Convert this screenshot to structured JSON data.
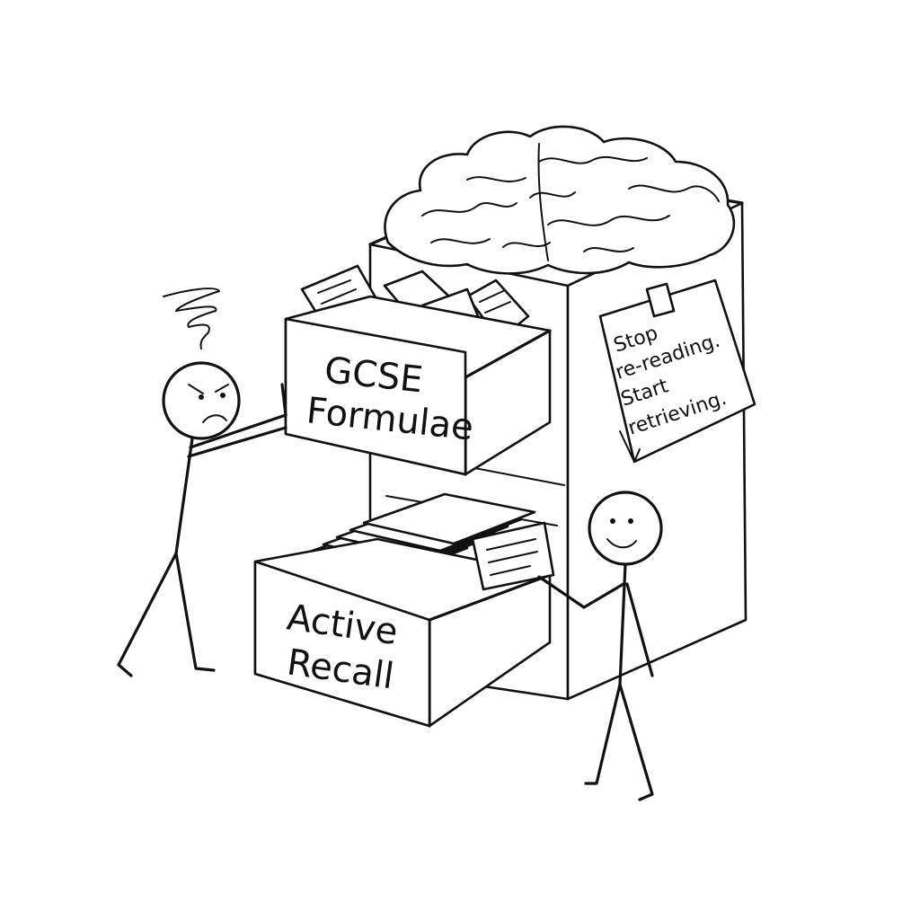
{
  "drawers": {
    "top_label": [
      "GCSE",
      "Formulae"
    ],
    "bottom_label": [
      "Active",
      "Recall"
    ]
  },
  "sticky_note": {
    "lines": [
      "Stop",
      "re-reading.",
      "Start",
      "retrieving."
    ]
  },
  "colors": {
    "ink": "#111111",
    "paper": "#ffffff"
  }
}
